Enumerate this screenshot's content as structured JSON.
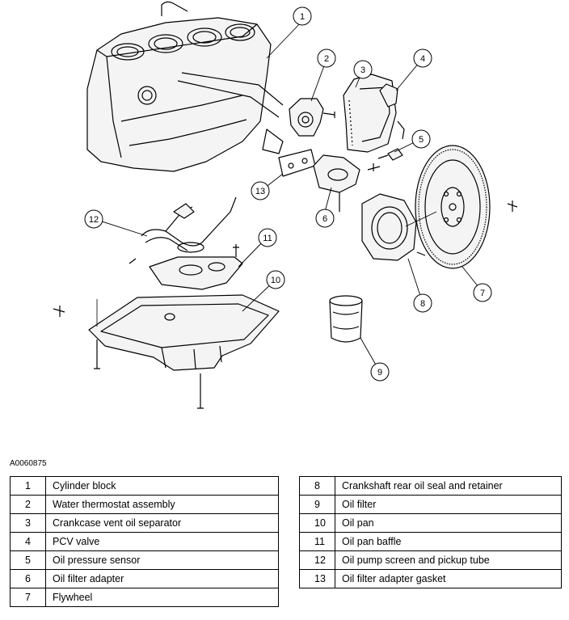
{
  "figure_id": "A0060875",
  "callouts": [
    "1",
    "2",
    "3",
    "4",
    "5",
    "6",
    "7",
    "8",
    "9",
    "10",
    "11",
    "12",
    "13"
  ],
  "legend_left": [
    {
      "num": "1",
      "label": "Cylinder block"
    },
    {
      "num": "2",
      "label": "Water thermostat assembly"
    },
    {
      "num": "3",
      "label": "Crankcase vent oil separator"
    },
    {
      "num": "4",
      "label": "PCV valve"
    },
    {
      "num": "5",
      "label": "Oil pressure sensor"
    },
    {
      "num": "6",
      "label": "Oil filter adapter"
    },
    {
      "num": "7",
      "label": "Flywheel"
    }
  ],
  "legend_right": [
    {
      "num": "8",
      "label": "Crankshaft rear oil seal and retainer"
    },
    {
      "num": "9",
      "label": "Oil filter"
    },
    {
      "num": "10",
      "label": "Oil pan"
    },
    {
      "num": "11",
      "label": "Oil pan baffle"
    },
    {
      "num": "12",
      "label": "Oil pump screen and pickup tube"
    },
    {
      "num": "13",
      "label": "Oil filter adapter gasket"
    }
  ]
}
